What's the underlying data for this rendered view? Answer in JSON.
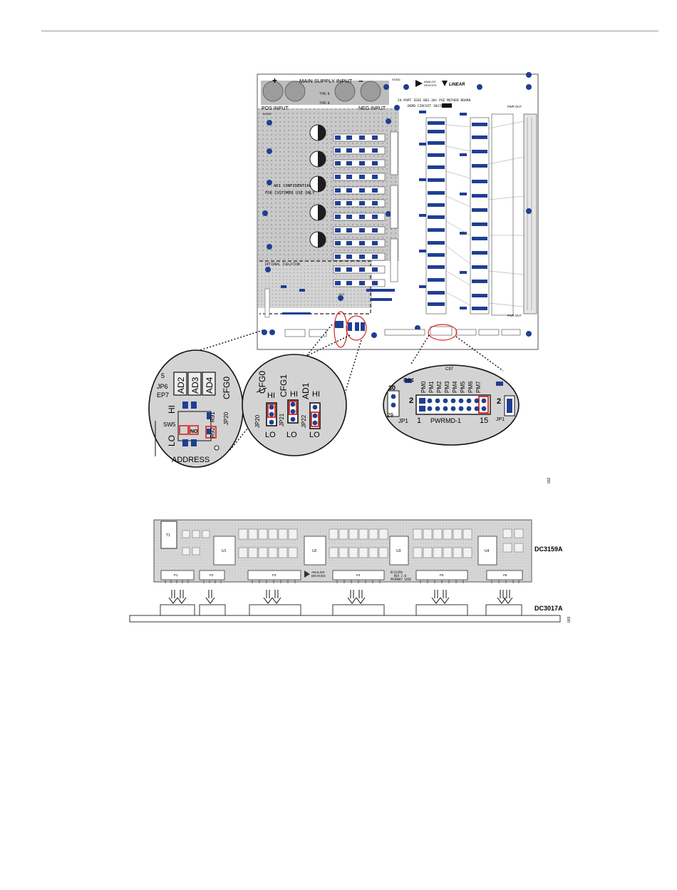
{
  "board": {
    "main_supply": "MAIN SUPPLY INPUT",
    "pos_input": "POS INPUT",
    "neg_input": "NEG INPUT",
    "type_b_top": "TYPE B",
    "type_b_bot": "TYPE B",
    "sgnd": "SGND",
    "agnd": "AGND",
    "vcc": "VCC",
    "logo_analog": "ANALOG",
    "logo_devices": "DEVICES",
    "logo_linear": "LINEAR",
    "title": "24-PORT IEEE 802.3bt PSE MOTHER BOARD",
    "demo": "DEMO CIRCUIT 3017A",
    "adi_conf": "ADI CONFIDENTIAL",
    "customer": "FOR CUSTOMER USE ONLY",
    "optional_isolation": "OPTIONAL ISOLATION",
    "pwr_out_top": "PWR OUT",
    "pwr_out_bottom": "PWR OUT"
  },
  "zoom_address": {
    "labels": [
      "AD2",
      "AD3",
      "AD4"
    ],
    "cfg_partial": "CFG0",
    "hi": "HI",
    "lo": "LO",
    "sw5": "SW5",
    "no": "NO",
    "r91": "R91",
    "r92": "R92",
    "jp20": "JP20",
    "jp6": "JP6",
    "ep7": "EP7",
    "five": "5",
    "address": "ADDRESS"
  },
  "zoom_jumpers": {
    "cfg0": "CFG0",
    "cfg1": "CFG1",
    "ad1": "AD1",
    "hi": "HI",
    "lo": "LO",
    "jp20": "JP20",
    "jp21": "JP21",
    "jp22": "JP22"
  },
  "zoom_pwrmd": {
    "pins": [
      "PM0",
      "PM1",
      "PM2",
      "PM3",
      "PM4",
      "PM5",
      "PM6",
      "PM7"
    ],
    "r64": "R64",
    "c97": "C97",
    "n30": "30",
    "n29": "29",
    "n2a": "2",
    "n2b": "2",
    "n1": "1",
    "n15": "15",
    "jp1": "JP1",
    "pwrmd": "PWRMD-1",
    "jp_right": "JP1"
  },
  "figure1_code": "002",
  "daughter": {
    "name": "DC3159A",
    "t1": "T1",
    "u_labels": [
      "U1",
      "U2",
      "U3",
      "U4"
    ],
    "p_labels": [
      "P1",
      "P2",
      "P3",
      "P4",
      "P5",
      "P6"
    ],
    "silk_dc": "DC3159A",
    "silk_rev": "REV 2.0",
    "silk_primary": "PRIMARY SIDE",
    "logo_analog": "ANALOG",
    "logo_devices": "DEVICES"
  },
  "mother_label": "DC3017A",
  "figure2_code": "003"
}
